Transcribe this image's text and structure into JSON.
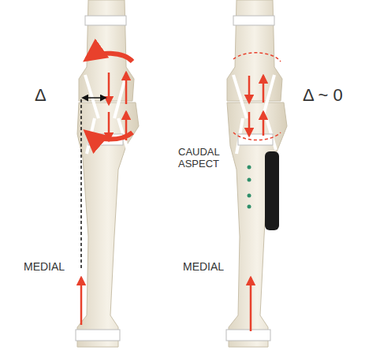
{
  "diagram": {
    "labels": [
      "Δ",
      "Δ ~ 0",
      "CAUDAL ASPECT",
      "MEDIAL",
      "MEDIAL"
    ]
  }
}
